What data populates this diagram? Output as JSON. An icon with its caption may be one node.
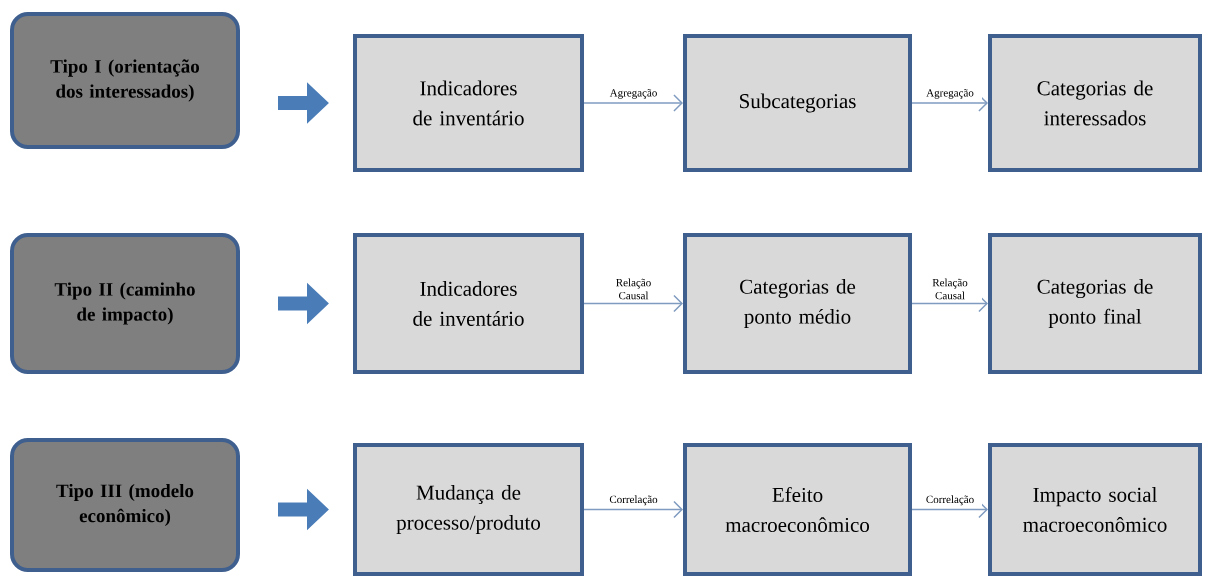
{
  "diagram": {
    "nodes": [
      {
        "text": [
          "Tipo I (orientação dos interessados)"
        ]
      },
      {
        "text": [
          "Indicadores de inventário"
        ]
      },
      {
        "text": [
          "Subcategorias"
        ]
      },
      {
        "text": [
          "Categorias de interessados"
        ]
      },
      {
        "text": [
          "Tipo II (caminho de impacto)"
        ]
      },
      {
        "text": [
          "Indicadores de inventário"
        ]
      },
      {
        "text": [
          "Categorias de ponto médio"
        ]
      },
      {
        "text": [
          "Categorias de ponto final"
        ]
      },
      {
        "text": [
          "Tipo III (modelo econômico)"
        ]
      },
      {
        "text": [
          "Mudança de processo/produto"
        ]
      },
      {
        "text": [
          "Efeito macroeconômico"
        ]
      },
      {
        "text": [
          "Impacto social macroeconômico"
        ]
      }
    ],
    "edges": [
      {
        "from": 0,
        "to": 1,
        "arrow": "to",
        "style": "thick"
      },
      {
        "from": 1,
        "to": 2,
        "arrow": "to",
        "label": "Agregação"
      },
      {
        "from": 2,
        "to": 3,
        "arrow": "to",
        "label": "Agregação"
      },
      {
        "from": 4,
        "to": 5,
        "arrow": "to",
        "style": "thick"
      },
      {
        "from": 5,
        "to": 6,
        "arrow": "to",
        "label": "Relação Causal"
      },
      {
        "from": 6,
        "to": 7,
        "arrow": "to",
        "label": "Relação Causal"
      },
      {
        "from": 8,
        "to": 9,
        "arrow": "to",
        "style": "thick"
      },
      {
        "from": 9,
        "to": 10,
        "arrow": "to",
        "label": "Correlação"
      },
      {
        "from": 10,
        "to": 11,
        "arrow": "to",
        "label": "Correlação"
      }
    ]
  }
}
